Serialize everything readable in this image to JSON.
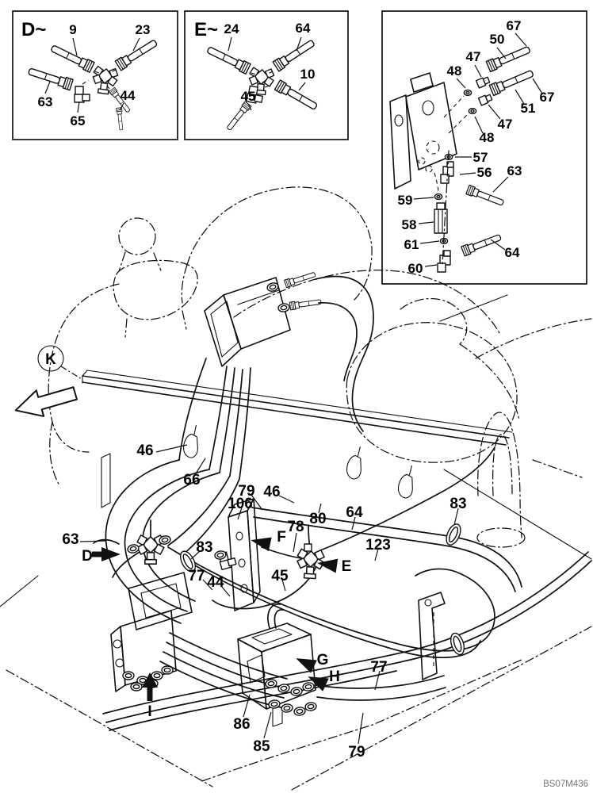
{
  "figure": {
    "ref_code": "BS07M436",
    "inset_d": {
      "title": "D~",
      "c9": "9",
      "c23": "23",
      "c63": "63",
      "c65": "65",
      "c44": "44"
    },
    "inset_e": {
      "title": "E~",
      "c24": "24",
      "c64": "64",
      "c10": "10",
      "c45": "45"
    },
    "inset_detail": {
      "c67a": "67",
      "c50": "50",
      "c47a": "47",
      "c48a": "48",
      "c67b": "67",
      "c51": "51",
      "c47b": "47",
      "c48b": "48",
      "c57": "57",
      "c56": "56",
      "c63": "63",
      "c59": "59",
      "c58": "58",
      "c61": "61",
      "c60": "60",
      "c64": "64"
    },
    "main": {
      "k": "K",
      "c46a": "46",
      "c66": "66",
      "c79a": "79",
      "c106": "106",
      "c46b": "46",
      "c80": "80",
      "c64": "64",
      "c78": "78",
      "c83a": "83",
      "c83b": "83",
      "c123": "123",
      "c63": "63",
      "c77a": "77",
      "c44": "44",
      "c45": "45",
      "c86": "86",
      "c85": "85",
      "c77b": "77",
      "c79b": "79",
      "d": "D",
      "e": "E",
      "f": "F",
      "g": "G",
      "h": "H",
      "i": "I"
    }
  }
}
